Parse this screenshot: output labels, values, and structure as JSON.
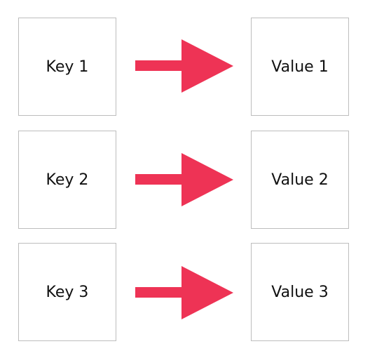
{
  "rows": [
    {
      "key": "Key 1",
      "value": "Value 1"
    },
    {
      "key": "Key 2",
      "value": "Value 2"
    },
    {
      "key": "Key 3",
      "value": "Value 3"
    }
  ],
  "colors": {
    "arrow": "#ee3355",
    "box_border": "#bdbdbd",
    "text": "#111111",
    "background": "#ffffff"
  },
  "icons": {
    "arrow": "right-arrow-icon"
  }
}
